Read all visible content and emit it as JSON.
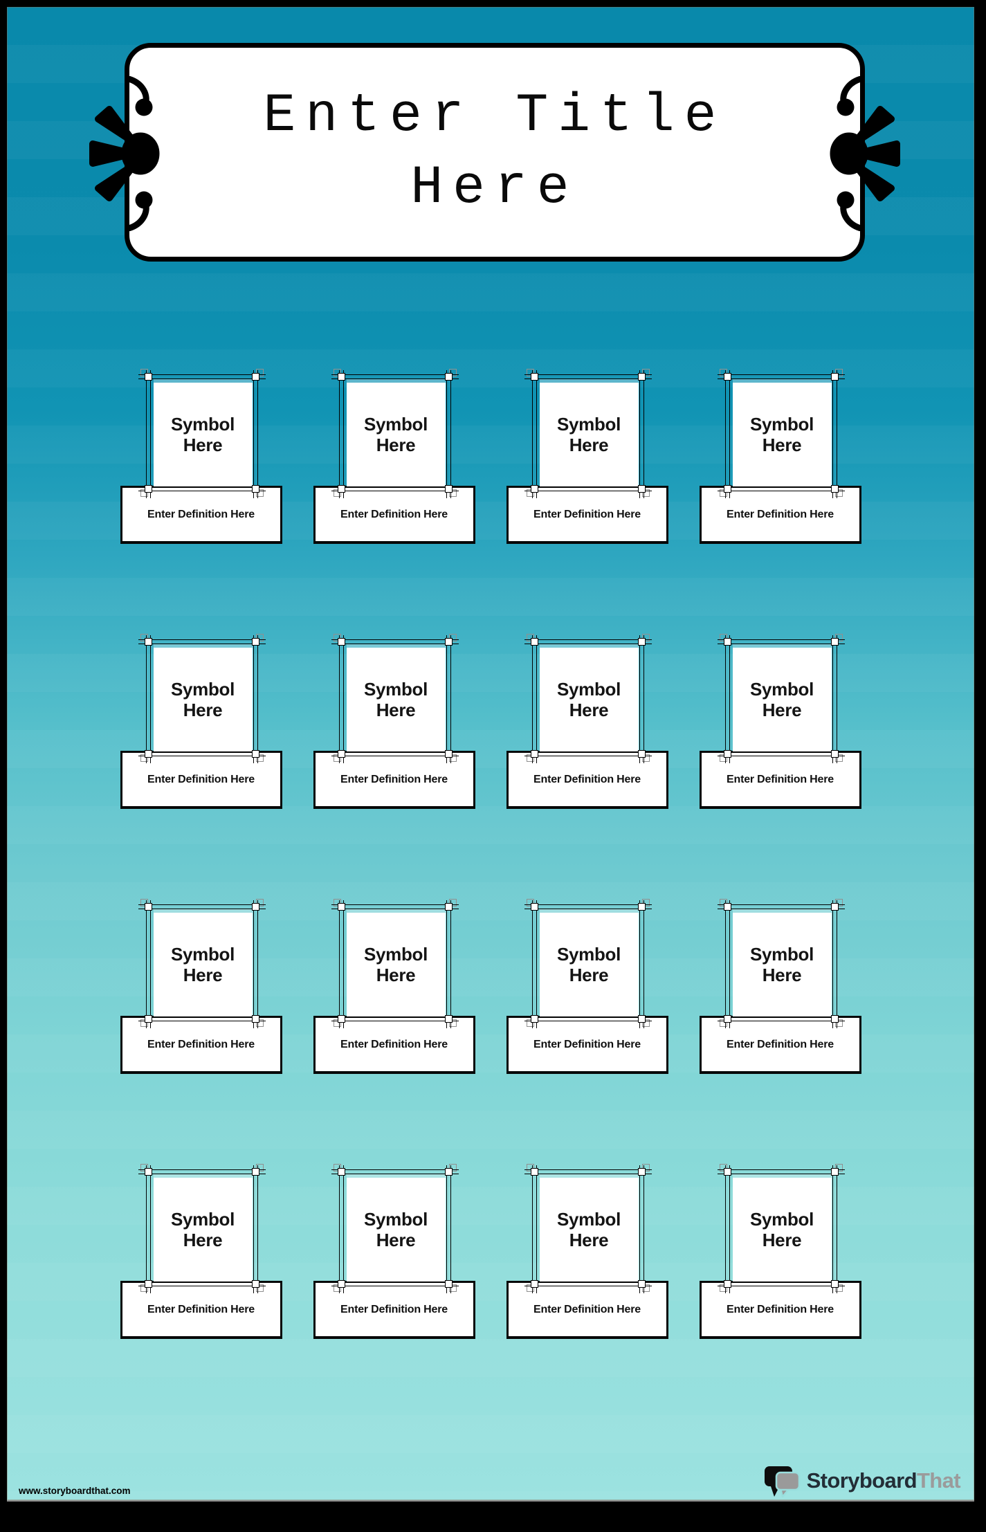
{
  "title": {
    "line1": "Enter Title",
    "line2": "Here"
  },
  "grid": {
    "rows": 4,
    "cols": 4,
    "symbol_label": "Symbol Here",
    "definition_label": "Enter Definition Here",
    "cells": [
      {
        "symbol": "Symbol Here",
        "definition": "Enter Definition Here"
      },
      {
        "symbol": "Symbol Here",
        "definition": "Enter Definition Here"
      },
      {
        "symbol": "Symbol Here",
        "definition": "Enter Definition Here"
      },
      {
        "symbol": "Symbol Here",
        "definition": "Enter Definition Here"
      },
      {
        "symbol": "Symbol Here",
        "definition": "Enter Definition Here"
      },
      {
        "symbol": "Symbol Here",
        "definition": "Enter Definition Here"
      },
      {
        "symbol": "Symbol Here",
        "definition": "Enter Definition Here"
      },
      {
        "symbol": "Symbol Here",
        "definition": "Enter Definition Here"
      },
      {
        "symbol": "Symbol Here",
        "definition": "Enter Definition Here"
      },
      {
        "symbol": "Symbol Here",
        "definition": "Enter Definition Here"
      },
      {
        "symbol": "Symbol Here",
        "definition": "Enter Definition Here"
      },
      {
        "symbol": "Symbol Here",
        "definition": "Enter Definition Here"
      },
      {
        "symbol": "Symbol Here",
        "definition": "Enter Definition Here"
      },
      {
        "symbol": "Symbol Here",
        "definition": "Enter Definition Here"
      },
      {
        "symbol": "Symbol Here",
        "definition": "Enter Definition Here"
      },
      {
        "symbol": "Symbol Here",
        "definition": "Enter Definition Here"
      }
    ]
  },
  "footer": {
    "url": "www.storyboardthat.com",
    "brand_storyboard": "Storyboard",
    "brand_that": "That"
  },
  "colors": {
    "background_top": "#0989AB",
    "background_bottom": "#9CE2E0",
    "frame_black": "#000000",
    "frame_echo_gray": "#909090",
    "brand_dark": "#232D36",
    "brand_gray": "#9B9B9B"
  }
}
